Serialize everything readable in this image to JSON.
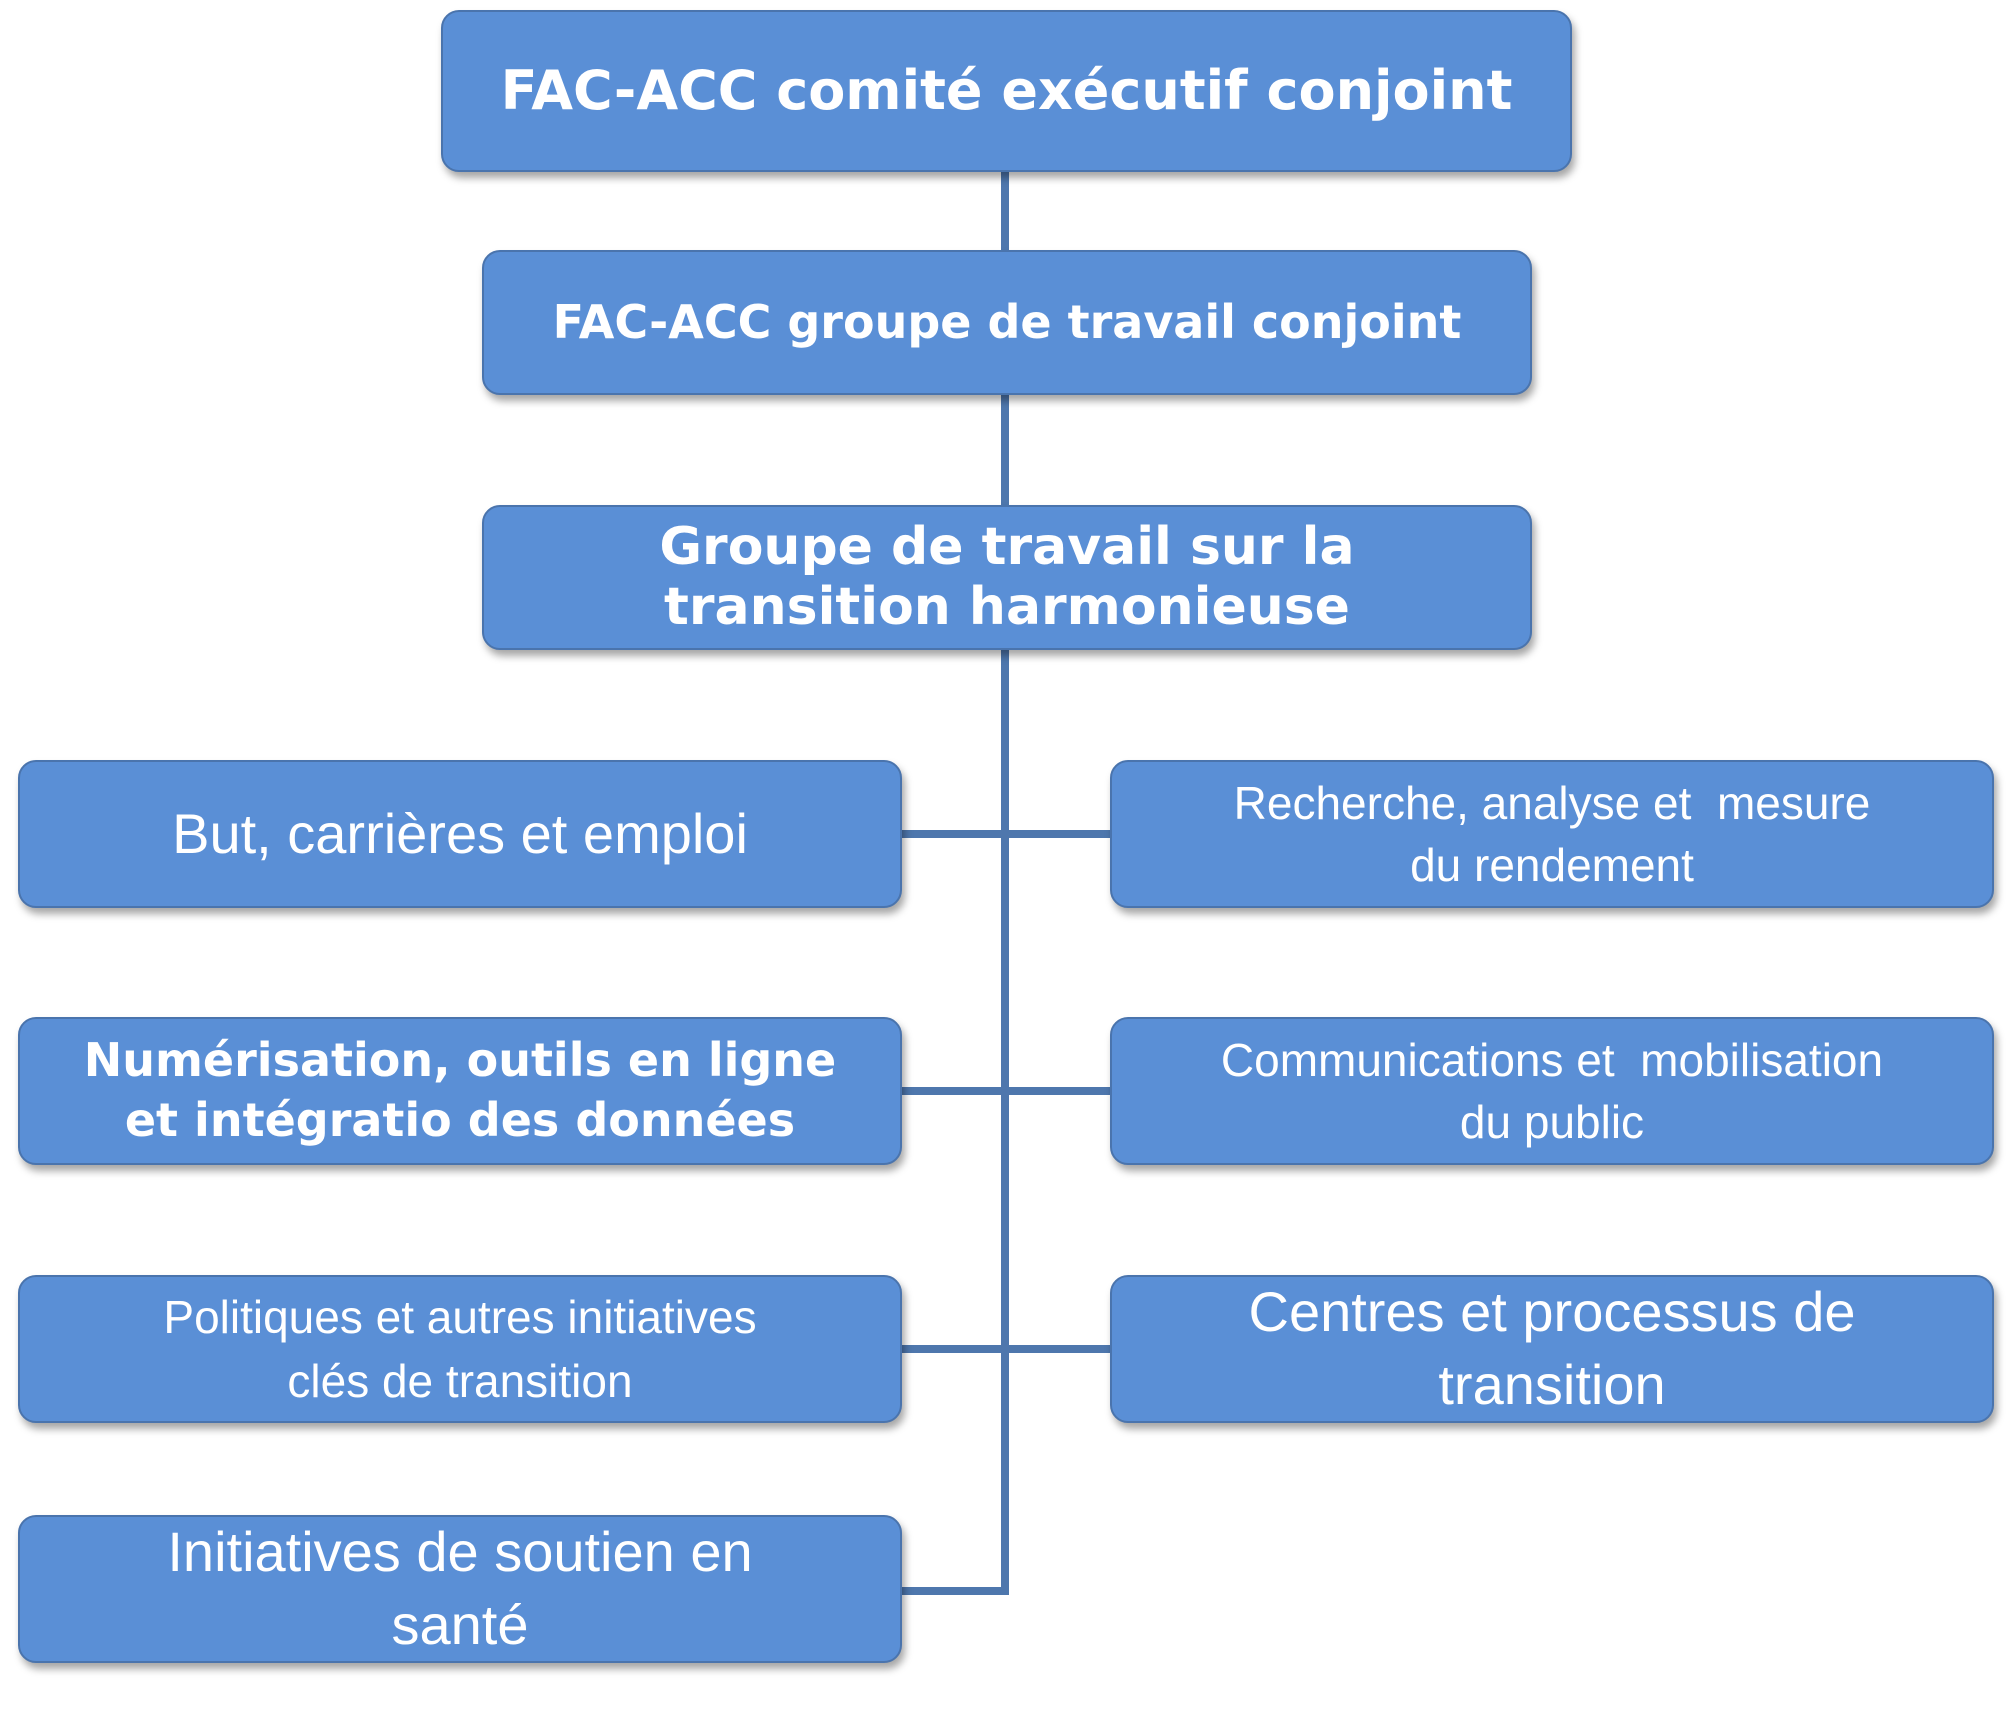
{
  "org_chart": {
    "executive_committee": "FAC-ACC comité exécutif conjoint",
    "joint_working_group": "FAC-ACC groupe de travail conjoint",
    "transition_working_group": {
      "line1": "Groupe de travail sur la",
      "line2": "transition harmonieuse"
    },
    "left_branches": [
      {
        "lines": [
          "But, carrières et emploi"
        ]
      },
      {
        "lines": [
          "Numérisation, outils en ligne",
          "et intégratio des données"
        ]
      },
      {
        "lines": [
          "Politiques et autres initiatives",
          "clés de transition"
        ]
      },
      {
        "lines": [
          "Initiatives de soutien en",
          "santé"
        ]
      }
    ],
    "right_branches": [
      {
        "lines": [
          "Recherche, analyse et  mesure",
          "du rendement"
        ]
      },
      {
        "lines": [
          "Communications et  mobilisation",
          "du public"
        ]
      },
      {
        "lines": [
          "Centres et processus de",
          "transition"
        ]
      }
    ]
  },
  "colors": {
    "box_fill": "#5a8fd6",
    "box_border": "#4a74ad",
    "connector": "#4e77ad",
    "text": "#ffffff"
  }
}
